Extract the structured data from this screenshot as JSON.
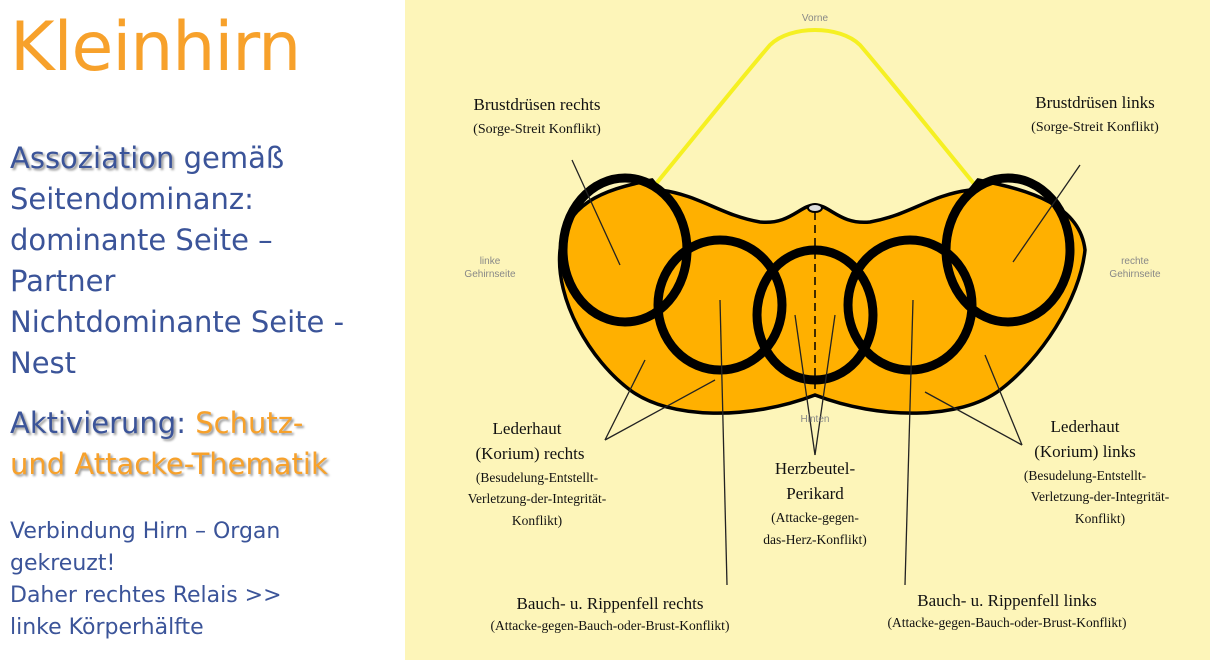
{
  "left": {
    "title": "Kleinhirn",
    "assoc_label": "Assoziation",
    "assoc_lines": [
      " gemäß",
      "Seitendominanz:",
      "dominante Seite –",
      "Partner",
      "Nichtdominante Seite -",
      "Nest"
    ],
    "activation_label": "Aktivierung",
    "activation_colon": ": ",
    "activation_value_1": "Schutz-",
    "activation_value_2": "und Attacke-Thematik",
    "connection_lines": [
      "Verbindung Hirn – Organ",
      "gekreuzt!",
      "Daher rechtes Relais >>",
      "linke Körperhälfte"
    ]
  },
  "diagram": {
    "front": "Vorne",
    "back": "Hinten",
    "left_side": [
      "linke",
      "Gehirnseite"
    ],
    "right_side": [
      "rechte",
      "Gehirnseite"
    ],
    "breast_right": [
      "Brustdrüsen rechts",
      "(Sorge-Streit Konflikt)"
    ],
    "breast_left": [
      "Brustdrüsen links",
      "(Sorge-Streit Konflikt)"
    ],
    "dermis_right": [
      "Lederhaut",
      "(Korium) rechts",
      "(Besudelung-Entstellt-",
      "Verletzung-der-Integrität-",
      "Konflikt)"
    ],
    "dermis_left": [
      "Lederhaut",
      "(Korium) links",
      "(Besudelung-Entstellt-",
      "Verletzung-der-Integrität-",
      "Konflikt)"
    ],
    "pericard": [
      "Herzbeutel-",
      "Perikard",
      "(Attacke-gegen-",
      "das-Herz-Konflikt)"
    ],
    "peritoneum_right": [
      "Bauch- u. Rippenfell rechts",
      "(Attacke-gegen-Bauch-oder-Brust-Konflikt)"
    ],
    "peritoneum_left": [
      "Bauch- u. Rippenfell links",
      "(Attacke-gegen-Bauch-oder-Brust-Konflikt)"
    ],
    "colors": {
      "background": "#fdf5b9",
      "fill": "#ffb000",
      "outline": "#000000",
      "front_line": "#f5f022"
    }
  }
}
